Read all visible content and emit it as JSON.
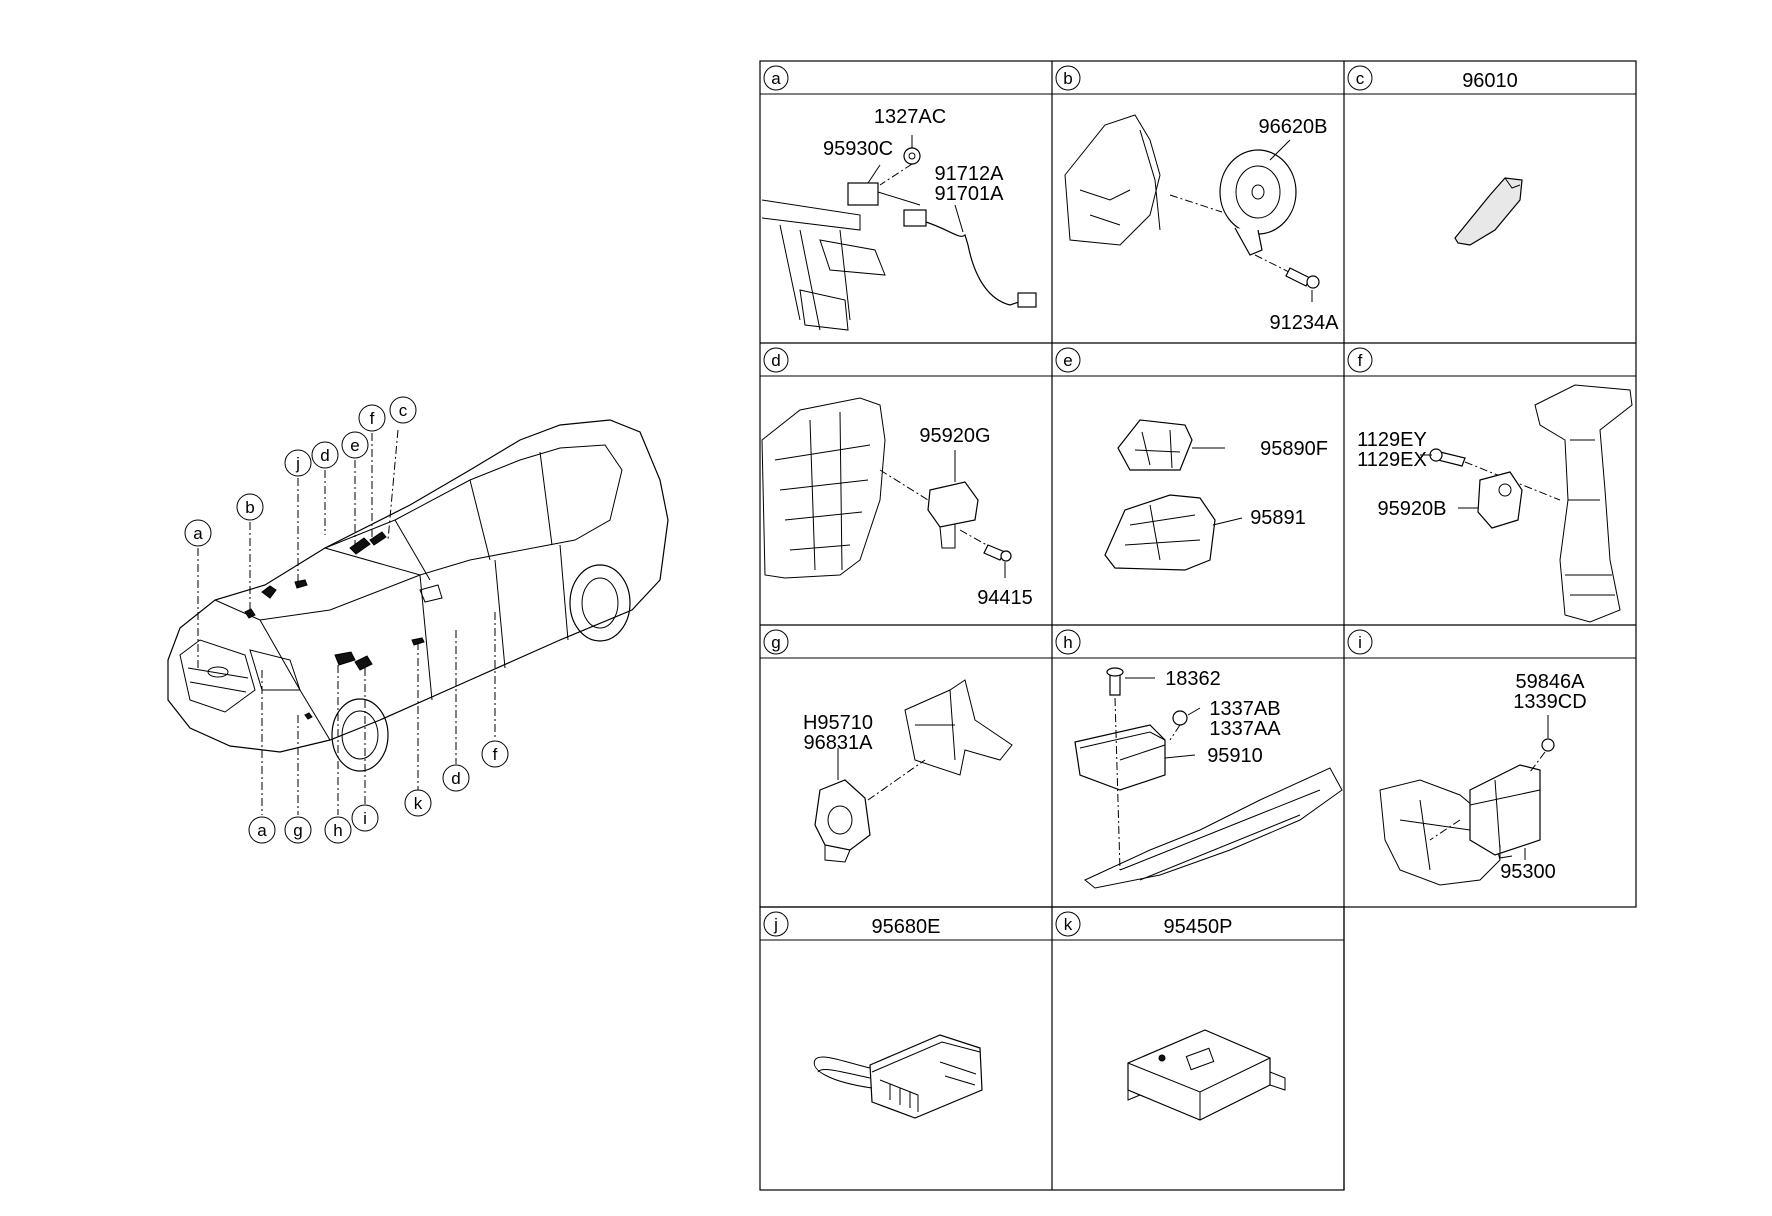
{
  "callouts": {
    "a_top": "a",
    "b": "b",
    "j": "j",
    "d_top": "d",
    "e": "e",
    "f_top": "f",
    "c": "c",
    "a_bot": "a",
    "g": "g",
    "h": "h",
    "i": "i",
    "k": "k",
    "d_bot": "d",
    "f_bot": "f"
  },
  "panels": {
    "a": {
      "letter": "a",
      "header": "",
      "parts": {
        "p1": "1327AC",
        "p2": "95930C",
        "p3": "91712A",
        "p4": "91701A"
      }
    },
    "b": {
      "letter": "b",
      "header": "",
      "parts": {
        "p1": "96620B",
        "p2": "91234A"
      }
    },
    "c": {
      "letter": "c",
      "header": "96010",
      "parts": {}
    },
    "d": {
      "letter": "d",
      "header": "",
      "parts": {
        "p1": "95920G",
        "p2": "94415"
      }
    },
    "e": {
      "letter": "e",
      "header": "",
      "parts": {
        "p1": "95890F",
        "p2": "95891"
      }
    },
    "f": {
      "letter": "f",
      "header": "",
      "parts": {
        "p1": "1129EY",
        "p2": "1129EX",
        "p3": "95920B"
      }
    },
    "g": {
      "letter": "g",
      "header": "",
      "parts": {
        "p1": "H95710",
        "p2": "96831A"
      }
    },
    "h": {
      "letter": "h",
      "header": "",
      "parts": {
        "p1": "18362",
        "p2": "1337AB",
        "p3": "1337AA",
        "p4": "95910"
      }
    },
    "i": {
      "letter": "i",
      "header": "",
      "parts": {
        "p1": "59846A",
        "p2": "1339CD",
        "p3": "95300"
      }
    },
    "j": {
      "letter": "j",
      "header": "95680E",
      "parts": {}
    },
    "k": {
      "letter": "k",
      "header": "95450P",
      "parts": {}
    }
  }
}
